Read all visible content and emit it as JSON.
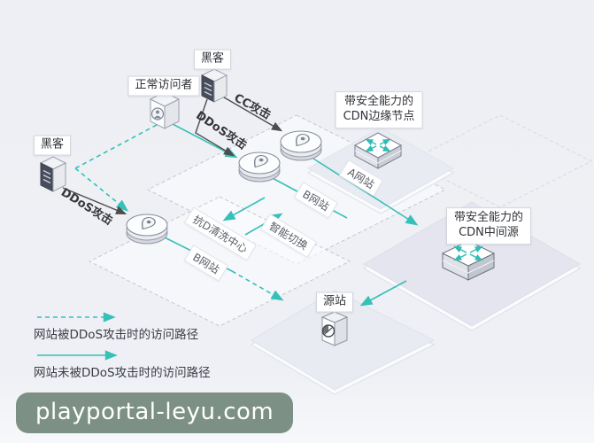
{
  "diagram": {
    "nodes": {
      "hacker_top": {
        "label": "黑客"
      },
      "visitor": {
        "label": "正常访问者"
      },
      "hacker_left": {
        "label": "黑客"
      },
      "edge_node": {
        "line1": "带安全能力的",
        "line2": "CDN边缘节点"
      },
      "mid_source": {
        "line1": "带安全能力的",
        "line2": "CDN中间源"
      },
      "origin": {
        "label": "源站"
      }
    },
    "edge_labels": {
      "cc_attack": "CC攻击",
      "ddos_attack_top": "DDoS攻击",
      "ddos_attack_left": "DDoS攻击",
      "site_a": "A网站",
      "site_b_main": "B网站",
      "site_b_backup": "B网站",
      "cleaning_center": "抗D清洗中心",
      "smart_switch": "智能切换"
    },
    "legend": {
      "attacked_path": "网站被DDoS攻击时的访问路径",
      "normal_path": "网站未被DDoS攻击时的访问路径"
    },
    "colors": {
      "teal": "#35c0b8",
      "dark_arrow": "#4d4d4d",
      "background": "#eef0f5",
      "watermark_bg": "#7d9086"
    }
  },
  "watermark": {
    "text": "playportal-leyu.com"
  }
}
